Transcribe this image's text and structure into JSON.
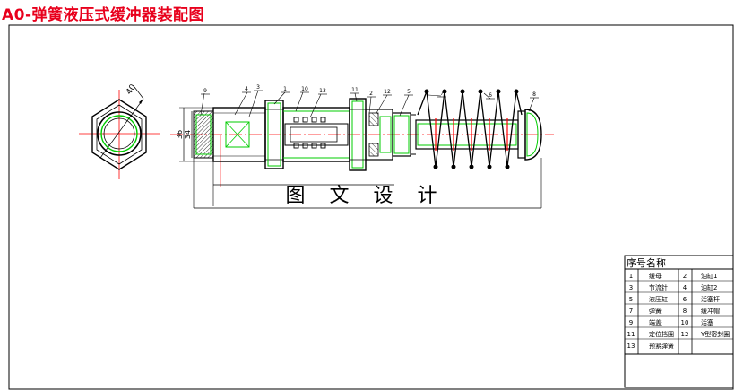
{
  "title": "A0-弹簧液压式缓冲器装配图",
  "watermark": "图 文 设 计",
  "dimensions": {
    "hex_diameter": "40",
    "height_a": "36",
    "height_b": "34"
  },
  "balloons": [
    "9",
    "4",
    "3",
    "1",
    "10",
    "13",
    "11",
    "2",
    "12",
    "5",
    "7",
    "6",
    "8"
  ],
  "bom": {
    "header": "序号名称",
    "rows": [
      {
        "n1": "1",
        "name1": "缓母",
        "n2": "2",
        "name2": "油缸1"
      },
      {
        "n1": "3",
        "name1": "节流针",
        "n2": "4",
        "name2": "油缸2"
      },
      {
        "n1": "5",
        "name1": "液压缸",
        "n2": "6",
        "name2": "活塞杆"
      },
      {
        "n1": "7",
        "name1": "弹簧",
        "n2": "8",
        "name2": "缓冲帽"
      },
      {
        "n1": "9",
        "name1": "端盖",
        "n2": "10",
        "name2": "活塞"
      },
      {
        "n1": "11",
        "name1": "定位挡圈",
        "n2": "12",
        "name2": "Y型密封圈"
      },
      {
        "n1": "13",
        "name1": "预紧弹簧",
        "n2": "",
        "name2": ""
      }
    ]
  },
  "colors": {
    "title": "#e8001c",
    "centerline": "#ff0000",
    "contour": "#00cc00",
    "outline": "#000000"
  }
}
